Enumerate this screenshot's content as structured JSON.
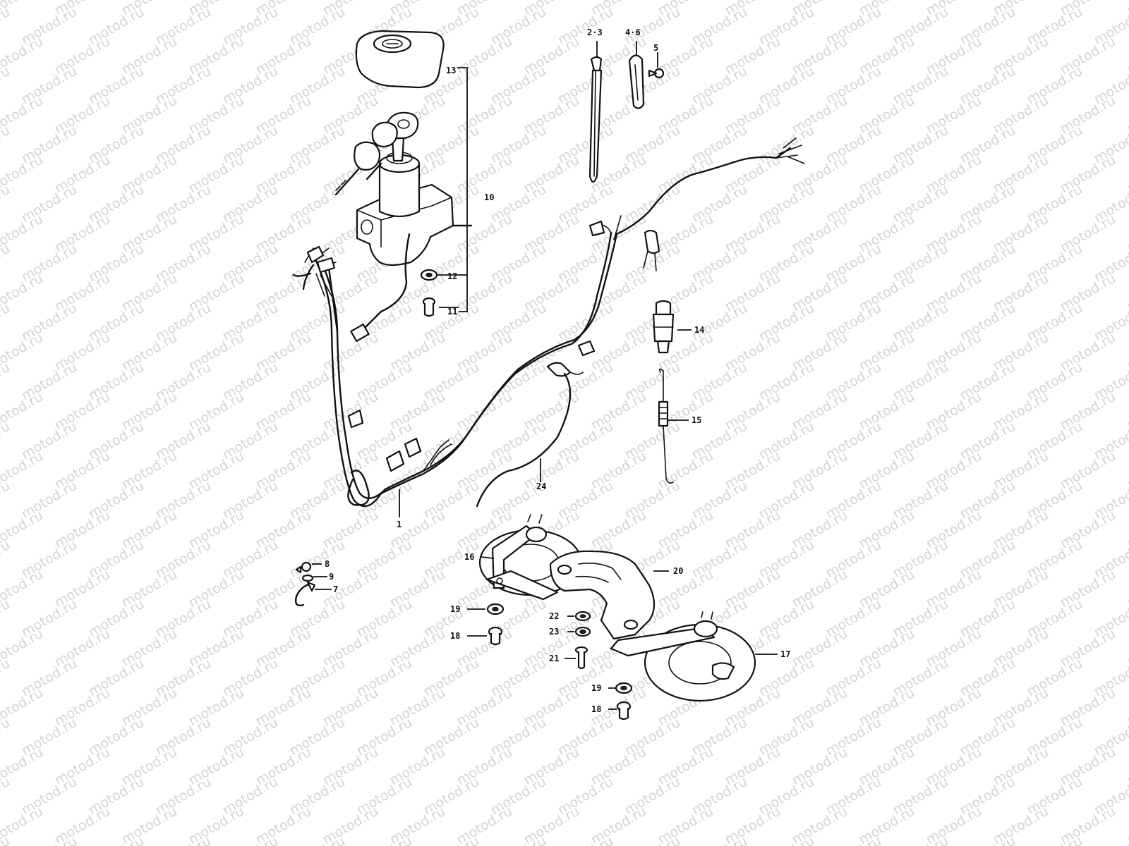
{
  "watermark": "motod.ru",
  "labels": {
    "l1": "1",
    "l2_3": "2·3",
    "l4_6": "4·6",
    "l5": "5",
    "l7": "7",
    "l8": "8",
    "l9": "9",
    "l10": "10",
    "l11": "11",
    "l12": "12",
    "l13": "13",
    "l14": "14",
    "l15": "15",
    "l16": "16",
    "l17": "17",
    "l18a": "18",
    "l18b": "18",
    "l19a": "19",
    "l19b": "19",
    "l20": "20",
    "l21": "21",
    "l22": "22",
    "l23": "23",
    "l24": "24"
  }
}
